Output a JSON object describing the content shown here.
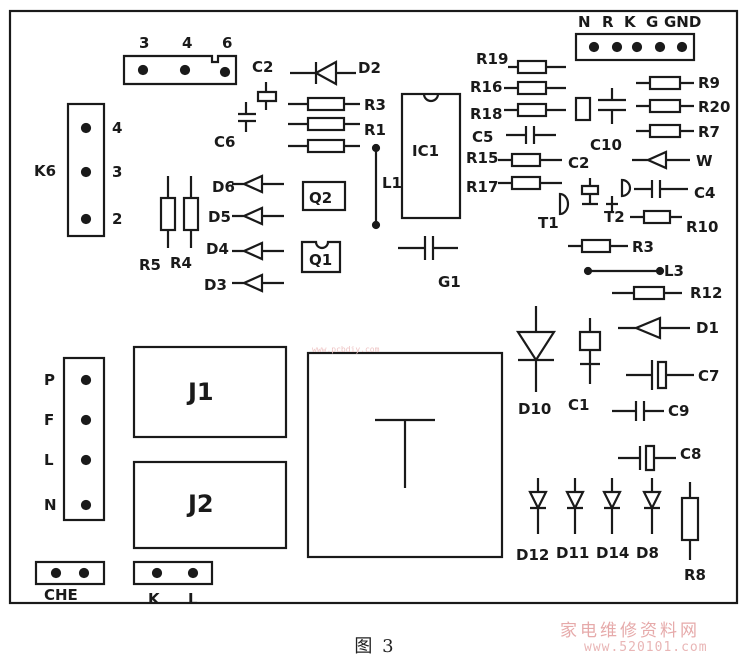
{
  "caption": "图 3",
  "watermark": {
    "chinese": "家电维修资料网",
    "url": "www.520101.com",
    "faint_url": "www.pcbdiy.com"
  },
  "connectors": {
    "top_jack_pins": [
      "3",
      "4",
      "6"
    ],
    "ks_label": "K6",
    "ks_pins": [
      "4",
      "3",
      "2"
    ],
    "power_pins": [
      "P",
      "F",
      "L",
      "N"
    ],
    "che_label": "CHE",
    "kl_labels": [
      "K",
      "L"
    ],
    "nrk_pins": [
      "N",
      "R",
      "K",
      "G",
      "GND"
    ]
  },
  "components": {
    "c2_top": "C2",
    "c6": "C6",
    "d2": "D2",
    "r3_top": "R3",
    "r1": "R1",
    "ic1": "IC1",
    "l1": "L1",
    "d6": "D6",
    "d5": "D5",
    "d4": "D4",
    "d3": "D3",
    "q2": "Q2",
    "q1": "Q1",
    "r5": "R5",
    "r4": "R4",
    "g1": "G1",
    "r19": "R19",
    "r16": "R16",
    "r18": "R18",
    "c5": "C5",
    "r15": "R15",
    "r17": "R17",
    "c2_mid": "C2",
    "c10": "C10",
    "t1": "T1",
    "t2": "T2",
    "r9": "R9",
    "r20": "R20",
    "r7": "R7",
    "w": "W",
    "c4": "C4",
    "r10": "R10",
    "r3_right": "R3",
    "l3": "L3",
    "r12": "R12",
    "d1": "D1",
    "d10": "D10",
    "c1": "C1",
    "c7": "C7",
    "c9": "C9",
    "c8": "C8",
    "j1": "J1",
    "j2": "J2",
    "t": "T",
    "d12": "D12",
    "d11": "D11",
    "d14": "D14",
    "d8": "D8",
    "r8": "R8"
  }
}
